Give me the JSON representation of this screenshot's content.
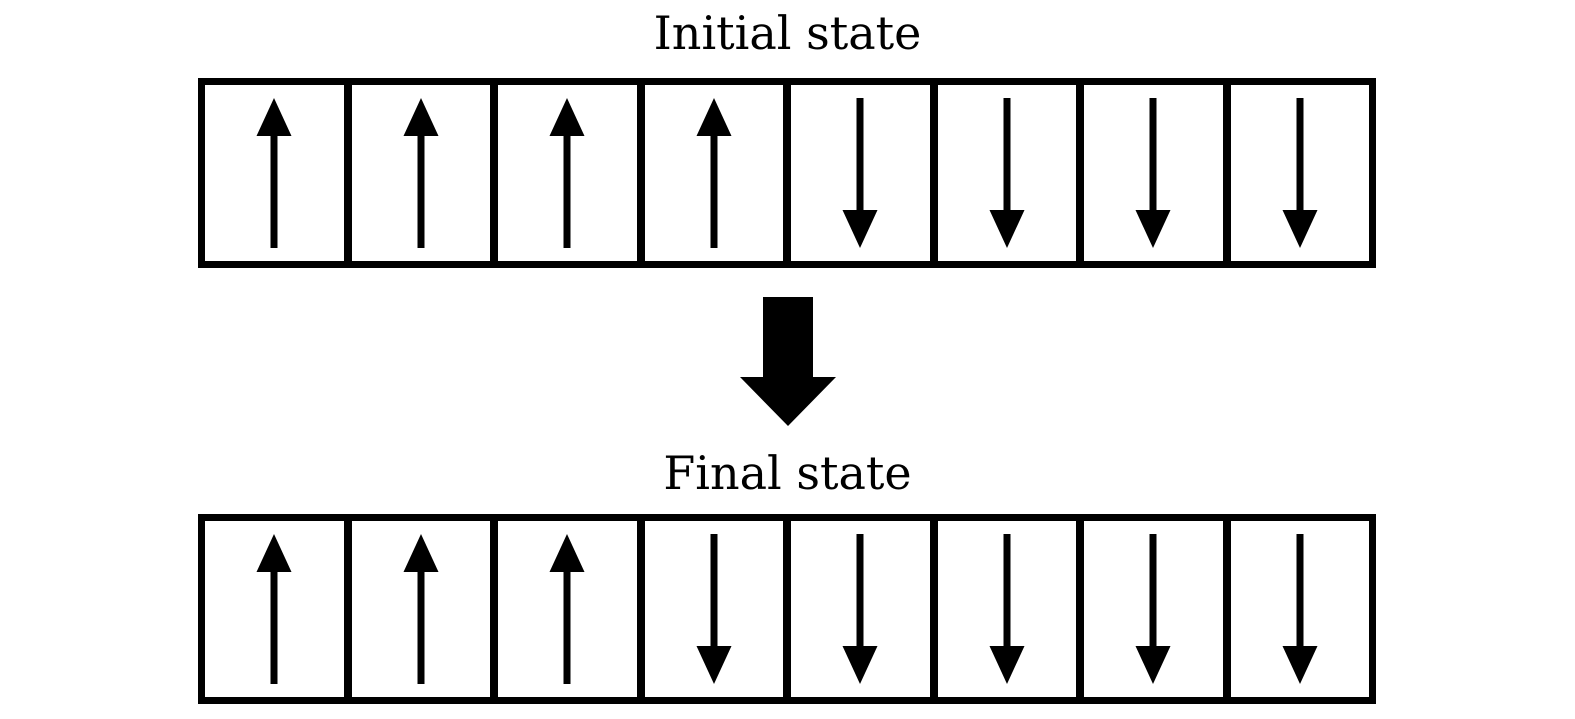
{
  "page": {
    "background_color": "#ffffff",
    "foreground_color": "#000000"
  },
  "diagram": {
    "initial": {
      "title": "Initial state",
      "spins": [
        "up",
        "up",
        "up",
        "up",
        "down",
        "down",
        "down",
        "down"
      ]
    },
    "transition": {
      "arrow_direction": "down"
    },
    "final": {
      "title": "Final state",
      "spins": [
        "up",
        "up",
        "up",
        "down",
        "down",
        "down",
        "down",
        "down"
      ]
    }
  }
}
